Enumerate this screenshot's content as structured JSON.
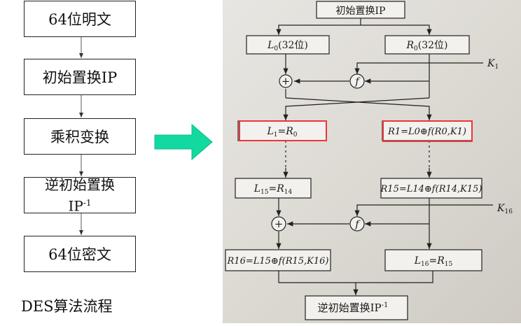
{
  "left_flow": {
    "steps": [
      {
        "text": "64位明文"
      },
      {
        "text": "初始置换IP"
      },
      {
        "text": "乘积变换"
      },
      {
        "line1": "逆初始置换",
        "line2": "IP",
        "line2_sup": "-1"
      },
      {
        "text": "64位密文"
      }
    ],
    "caption": "DES算法流程"
  },
  "colors": {
    "arrow_fill": "#11d9a0",
    "highlight": "#e8373a",
    "line": "#222222"
  },
  "detail": {
    "top_box": "初始置换IP",
    "l0": "L",
    "l0_sub": "0",
    "l0_rest": "(32位)",
    "r0": "R",
    "r0_sub": "0",
    "r0_rest": "(32位)",
    "k1": "K",
    "k1_sub": "1",
    "f_symbol": "f",
    "xor_symbol": "+",
    "round1_left": {
      "a": "L",
      "a_sub": "1",
      "eq": "=",
      "b": "R",
      "b_sub": "0"
    },
    "round1_right": "R1=L0⊕f(R0,K1)",
    "round15_left": {
      "a": "L",
      "a_sub": "15",
      "eq": "=",
      "b": "R",
      "b_sub": "14"
    },
    "round15_right": "R15=L14⊕f(R14,K15)",
    "k16": "K",
    "k16_sub": "16",
    "round16_left": "R16=L15⊕f(R15,K16)",
    "round16_right": {
      "a": "L",
      "a_sub": "16",
      "eq": "=",
      "b": "R",
      "b_sub": "15"
    },
    "bottom_box": "逆初始置换IP",
    "bottom_sup": "-1"
  }
}
